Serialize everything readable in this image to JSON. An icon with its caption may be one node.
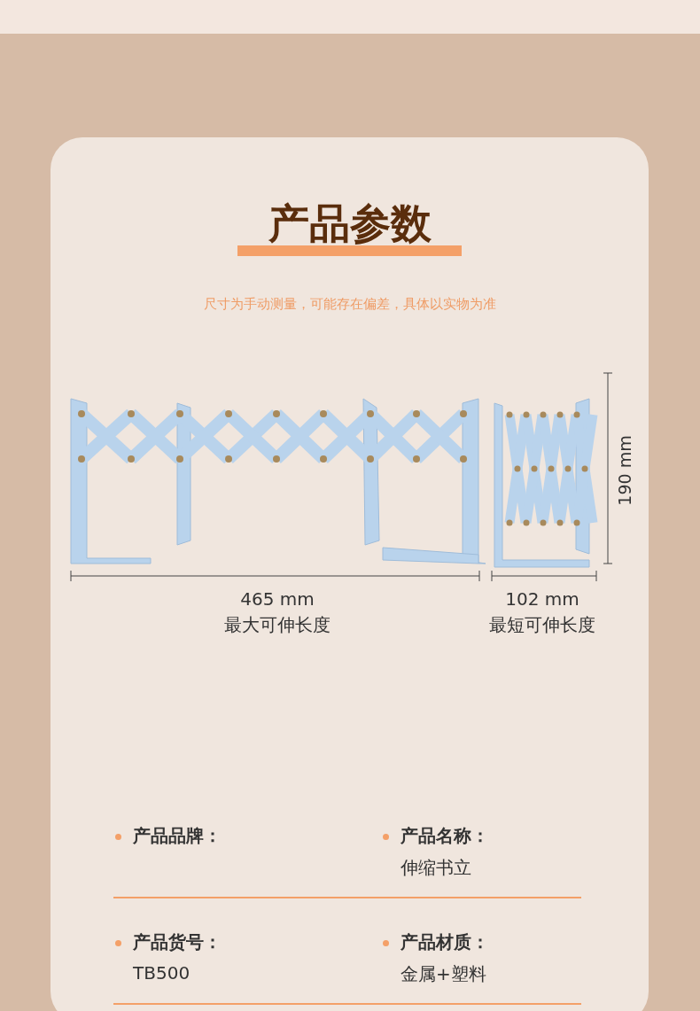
{
  "diagram": {
    "title": "产品参数",
    "labels": [
      "尺寸为手动测量，可能存在偏差，具体以实物为准",
      "190 mm",
      "465 mm",
      "最大可伸长度",
      "102 mm",
      "最短可伸长度",
      "产品品牌：",
      "产品名称：",
      "伸缩书立",
      "产品货号：",
      "产品材质：",
      "TB500",
      "金属+塑料"
    ]
  }
}
